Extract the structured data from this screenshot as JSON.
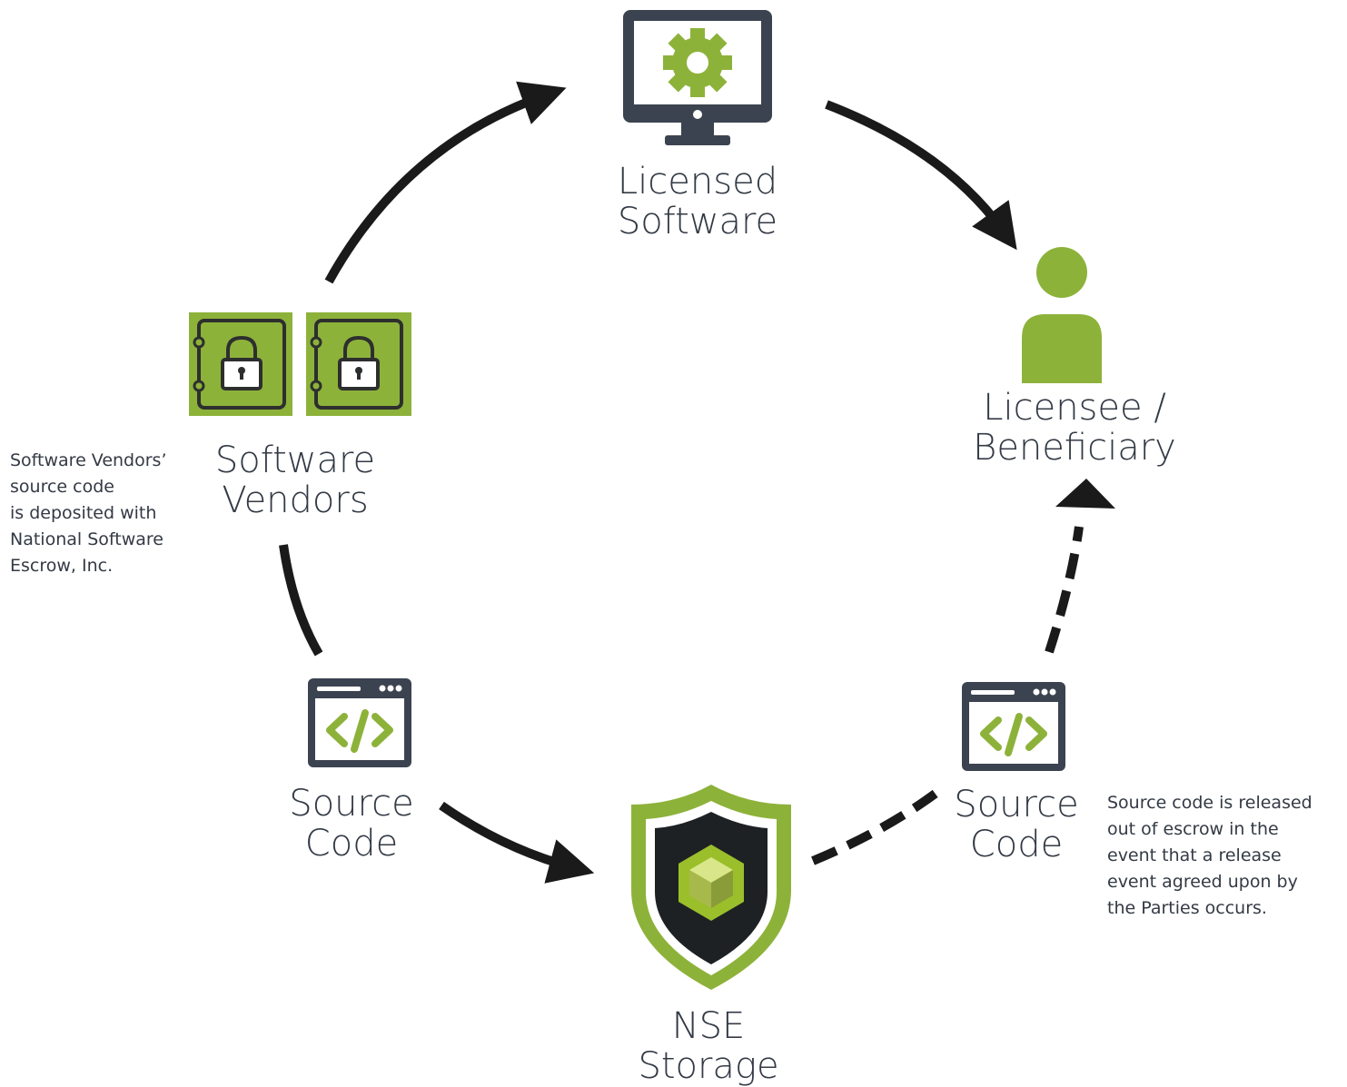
{
  "nodes": {
    "licensed_software": [
      "Licensed",
      "Software"
    ],
    "licensee": [
      "Licensee /",
      "Beneficiary"
    ],
    "software_vendors": [
      "Software",
      "Vendors"
    ],
    "source_code_left": [
      "Source",
      "Code"
    ],
    "source_code_right": [
      "Source",
      "Code"
    ],
    "nse_storage": [
      "NSE",
      "Storage"
    ]
  },
  "notes": {
    "vendors": [
      "Software Vendors’",
      "source code",
      "is deposited with",
      "National Software",
      "Escrow, Inc."
    ],
    "release": [
      "Source code is released",
      "out of escrow in the",
      "event that a release",
      "event agreed upon by",
      "the Parties occurs."
    ]
  },
  "icons": {
    "monitor": "monitor-gear-icon",
    "person": "person-icon",
    "safes": "safe-lock-icon",
    "code_window": "code-window-icon",
    "shield": "shield-cube-icon"
  },
  "colors": {
    "green": "#8db23a",
    "dark": "#3c4350",
    "text": "#333a45"
  }
}
